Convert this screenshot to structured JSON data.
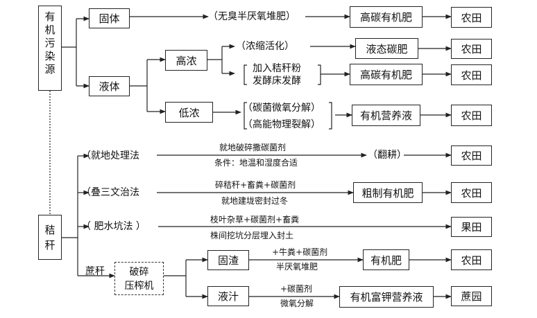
{
  "source_organic": "有机污染源",
  "source_straw": "秸秆",
  "solid": "固体",
  "liquid": "液体",
  "high_conc": "高浓",
  "low_conc": "低浓",
  "p_compost": "（无臭半厌氧堆肥）",
  "p_concentrate": "（浓缩活化）",
  "p_add_straw": "加入秸秆粉",
  "p_ferment_bed": "发酵床发酵",
  "p_microbe": "（碳菌微氧分解）",
  "p_efficient": "（高能物理裂解）",
  "high_c_fert_1": "高碳有机肥",
  "liquid_c_fert": "液态碳肥",
  "high_c_fert_2": "高碳有机肥",
  "organic_nutrient": "有机营养液",
  "farmland": "农田",
  "orchard": "果田",
  "cane_field": "蔗园",
  "m_local": "（就地处理法",
  "m_local_l1": "就地破碎撒碳菌剂",
  "m_local_l2": "条件：地温和湿度合适",
  "p_plow": "（翻耕）",
  "m_stack": "（叠三文治法",
  "m_stack_l1": "碎秸秆+畜粪+碳菌剂",
  "m_stack_l2": "就地建垅密封过冬",
  "crude_fert": "粗制有机肥",
  "m_pit": "（ 肥水坑法 ）",
  "m_pit_l1": "枝叶杂草+碳菌剂+畜粪",
  "m_pit_l2": "株间挖坑分层埋入封土",
  "bagasse": "蔗秆",
  "crush_1": "破碎",
  "crush_2": "压榨机",
  "residue": "固渣",
  "juice": "液汁",
  "r_l1": "+牛粪+碳菌剂",
  "r_l2": "半厌氧堆肥",
  "organic_fert": "有机肥",
  "j_l1": "+碳菌剂",
  "j_l2": "微氧分解",
  "rich_k": "有机富钾营养液"
}
